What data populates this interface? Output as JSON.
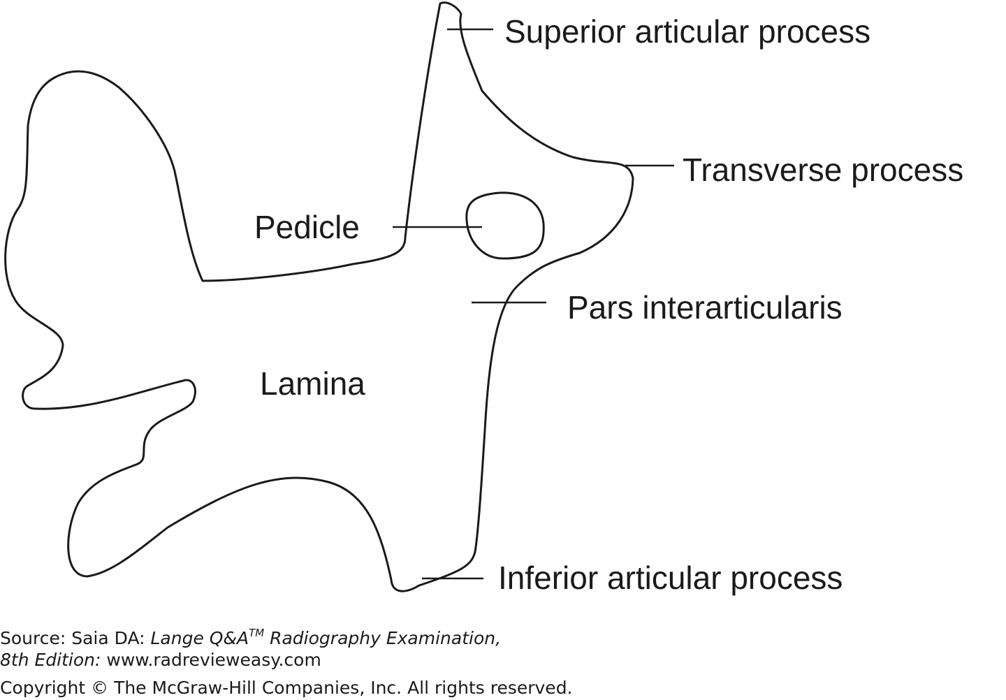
{
  "diagram": {
    "labels": {
      "superior_articular_process": "Superior articular process",
      "transverse_process": "Transverse process",
      "pedicle": "Pedicle",
      "pars_interarticularis": "Pars interarticularis",
      "lamina": "Lamina",
      "inferior_articular_process": "Inferior articular process"
    },
    "outline_color": "#1a1a1a"
  },
  "caption": {
    "source_prefix": "Source: Saia DA: ",
    "book_title": "Lange Q&A",
    "trademark": "TM",
    "book_subtitle": " Radiography Examination,",
    "edition": "8th Edition:",
    "website": " www.radrevieweasy.com",
    "copyright": "Copyright © The McGraw-Hill Companies, Inc. All rights reserved."
  }
}
